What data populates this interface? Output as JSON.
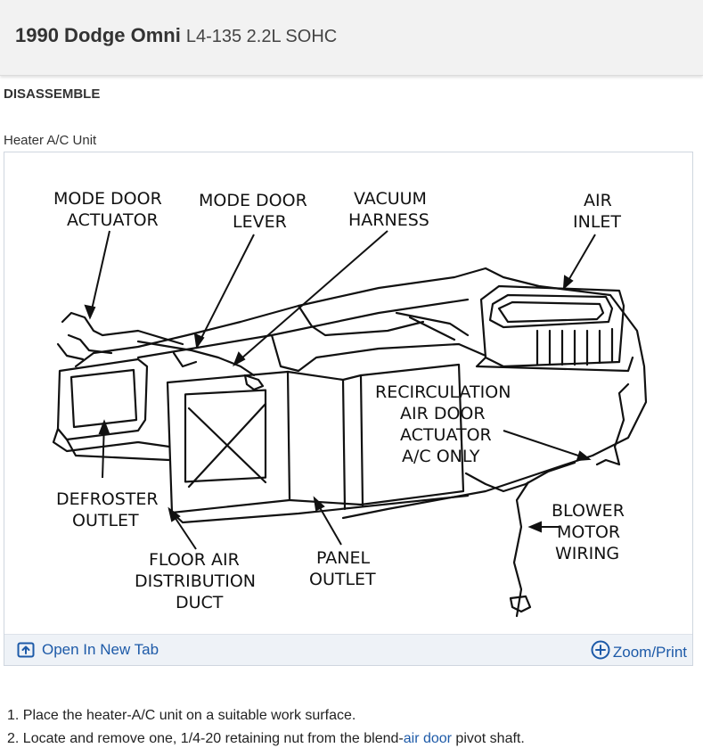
{
  "header": {
    "vehicle": "1990 Dodge Omni",
    "engine": "L4-135 2.2L SOHC"
  },
  "section": {
    "title": "DISASSEMBLE"
  },
  "figure": {
    "caption": "Heater A/C Unit",
    "labels": {
      "mode_door_actuator": [
        "MODE DOOR",
        "ACTUATOR"
      ],
      "mode_door_lever": [
        "MODE DOOR",
        "LEVER"
      ],
      "vacuum_harness": [
        "VACUUM",
        "HARNESS"
      ],
      "air_inlet": [
        "AIR",
        "INLET"
      ],
      "recirculation": [
        "RECIRCULATION",
        "AIR DOOR",
        "ACTUATOR",
        "A/C ONLY"
      ],
      "defroster_outlet": [
        "DEFROSTER",
        "OUTLET"
      ],
      "floor_air": [
        "FLOOR AIR",
        "DISTRIBUTION",
        "DUCT"
      ],
      "panel_outlet": [
        "PANEL",
        "OUTLET"
      ],
      "blower_motor": [
        "BLOWER",
        "MOTOR",
        "WIRING"
      ]
    },
    "footer": {
      "open_tab": "Open In New Tab",
      "zoom": "Zoom/Print"
    }
  },
  "steps": [
    {
      "prefix": "1. Place the heater-A/C unit on a suitable work surface.",
      "link": "",
      "suffix": ""
    },
    {
      "prefix": "2. Locate and remove one, 1/4-20 retaining nut from the blend-",
      "link": "air door",
      "suffix": " pivot shaft."
    }
  ],
  "colors": {
    "link": "#1d5aa8",
    "header_bg": "#f2f2f2",
    "footer_bg": "#eef2f7"
  },
  "icons": {
    "open_tab": "open-in-new-tab-icon",
    "zoom": "zoom-plus-icon"
  }
}
